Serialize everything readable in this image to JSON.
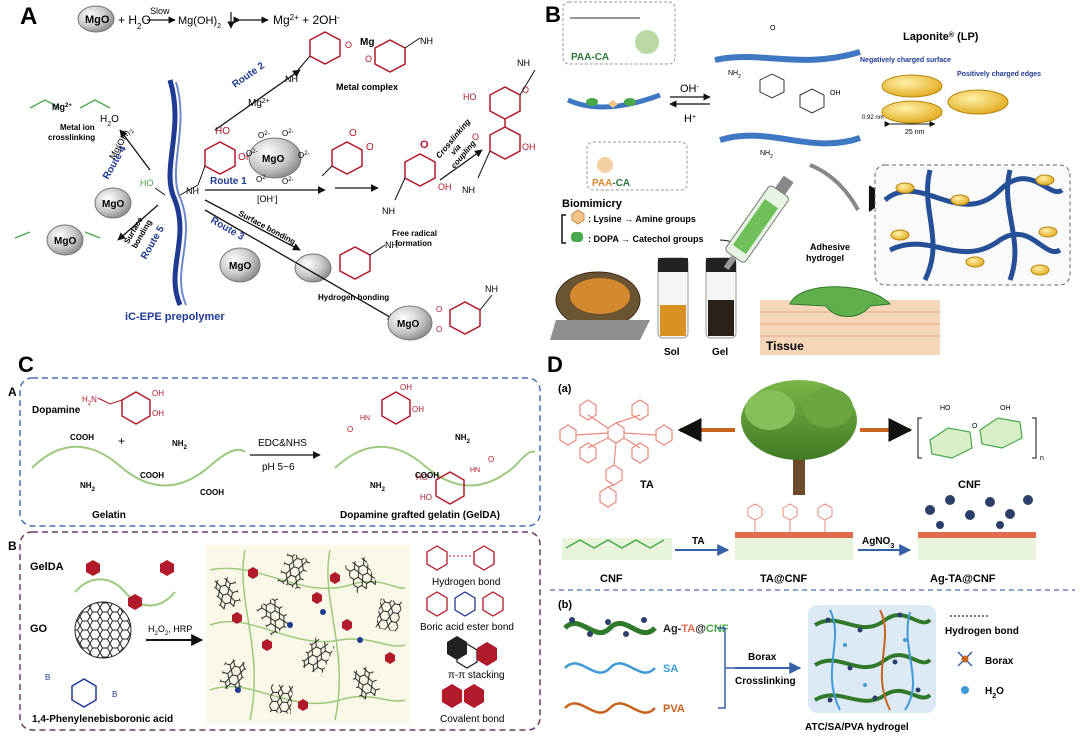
{
  "panel_letters": {
    "a": "A",
    "b": "B",
    "c": "C",
    "d": "D"
  },
  "panelA": {
    "eq_reactant": "MgO",
    "eq_plus": "+ H",
    "eq_plus_sub": "2",
    "eq_plus_end": "O",
    "eq_slow": "Slow",
    "eq_hydroxide": "Mg(OH)",
    "eq_hydroxide_sub": "2",
    "eq_products": "Mg",
    "eq_products_sup": "2+",
    "eq_products_end": " + 2OH",
    "eq_products_end_sup": "-",
    "route1": "Route 1",
    "route2": "Route 2",
    "route3": "Route 3",
    "route4": "Route 4",
    "route5": "Route 5",
    "mg2plus": "Mg",
    "mg2plus_sup": "2+",
    "metal_complex": "Metal complex",
    "metal_ion_crosslinking": "Metal ion\ncrosslinking",
    "h2o": "H",
    "h2o_sub": "2",
    "h2o_end": "O",
    "mgoh2": "Mg(OH)",
    "mgoh2_sub": "2",
    "surface_bonding_left": "Surface\nbonding",
    "surface_bonding": "Surface bonding",
    "oh_minus": "OH",
    "oh_minus_sup": "-",
    "oh_bracket": "[OH",
    "oh_bracket_sup": "-",
    "oh_bracket_end": "]",
    "free_radical": "Free radical\nformation",
    "crosslinking_coupling": "Crosslinking\nvia\ncoupling",
    "hydrogen_bonding": "Hydrogen bonding",
    "prepolymer": "iC-EPE prepolymer",
    "mgo": "MgO",
    "nh": "NH",
    "ho": "HO",
    "oh": "OH",
    "mg_atom": "Mg",
    "o_minus": "O",
    "o_minus_sup": "-",
    "o2_minus": "O",
    "o2_minus_sup": "2-",
    "mgo_center": "MgO",
    "radical_o": "O"
  },
  "panelB": {
    "paa_ca_top": "PAA-CA",
    "paa_ca_bottom_a": "PAA",
    "paa_ca_bottom_b": "-CA",
    "oh_minus": "OH",
    "oh_minus_sup": "-",
    "h_plus": "H",
    "h_plus_sup": "+",
    "laponite": "Laponite",
    "laponite_sup": "®",
    "laponite_end": " (LP)",
    "neg_surface": "Negatively charged surface",
    "pos_edges": "Positively charged edges",
    "nm092": "0.92 nm",
    "nm25": "25 nm",
    "biomimicry": "Biomimicry",
    "lysine": ": Lysine → Amine groups",
    "dopa": ": DOPA → Catechol groups",
    "adhesive": "Adhesive\nhydrogel",
    "sol": "Sol",
    "gel": "Gel",
    "tissue": "Tissue",
    "nh2": "NH",
    "nh2_sub": "2",
    "oh": "OH",
    "o": "O"
  },
  "panelC": {
    "subA": "A",
    "subB": "B",
    "dopamine": "Dopamine",
    "h2n": "H",
    "h2n_sub": "2",
    "h2n_end": "N",
    "oh": "OH",
    "ho": "HO",
    "cooh": "COOH",
    "nh2": "NH",
    "nh2_sub": "2",
    "plus": "+",
    "edc": "EDC&NHS",
    "ph": "pH 5~6",
    "gelatin": "Gelatin",
    "gelda_product": "Dopamine grafted gelatin (GelDA)",
    "gelda": "GelDA",
    "go": "GO",
    "h2o2": "H",
    "h2o2_sub": "2",
    "h2o2_mid": "O",
    "h2o2_sub2": "2",
    "h2o2_end": ", HRP",
    "boronic": "1,4-Phenylenebisboronic acid",
    "hb": "B",
    "hydrogen_bond": "Hydrogen bond",
    "boric_ester": "Boric acid ester bond",
    "pi_stacking": "π-π stacking",
    "covalent": "Covalent bond",
    "c_o": "O",
    "c_hn": "HN"
  },
  "panelD": {
    "sub_a": "(a)",
    "sub_b": "(b)",
    "ta": "TA",
    "cnf": "CNF",
    "cnf_row": "CNF",
    "ta_arrow": "TA",
    "ta_cnf": "TA@CNF",
    "agno3": "AgNO",
    "agno3_sub": "3",
    "ag_ta_cnf": "Ag-TA@CNF",
    "legend_ag_a": "Ag-",
    "legend_ag_b": "TA",
    "legend_ag_c": "@",
    "legend_ag_d": "CNF",
    "sa": "SA",
    "pva": "PVA",
    "borax_label": "Borax",
    "crosslinking": "Crosslinking",
    "hydrogen_bond": "Hydrogen bond",
    "borax": "Borax",
    "h2o": "H",
    "h2o_sub": "2",
    "h2o_end": "O",
    "hydrogel": "ATC/SA/PVA hydrogel",
    "ho": "HO",
    "oh": "OH",
    "o": "O",
    "n_sub": "n"
  },
  "colors": {
    "dark_red": "#b01a2a",
    "catechol_red": "#c0392b",
    "navy": "#1f3a93",
    "green": "#49a84a",
    "light_green": "#9cc97d",
    "orange": "#e08a2e",
    "gold": "#e6b92a",
    "blue_dash": "#4a6fb5",
    "purple_dash": "#6c3a6c",
    "salmon": "#e8927c",
    "ta_pink": "#e88a7d",
    "sky": "#3e9bd6",
    "hydrogel_bg": "#dde9f5",
    "tissue": "#f6d6b8"
  }
}
